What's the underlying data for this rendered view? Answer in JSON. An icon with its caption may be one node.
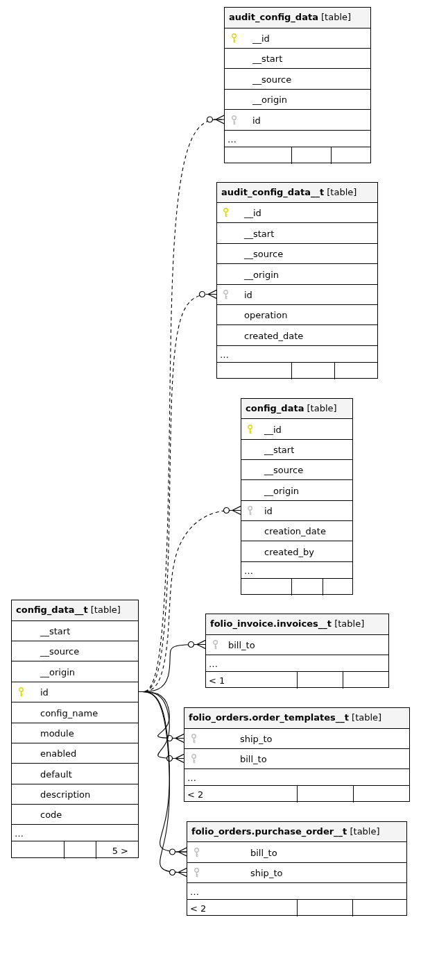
{
  "diagram": {
    "nodes": [
      {
        "text": [
          "**audit_config_data** [table]"
        ]
      },
      {
        "text": [
          "__id"
        ],
        "in": 0
      },
      {
        "text": [
          "__start"
        ],
        "in": 0
      },
      {
        "text": [
          "__source"
        ],
        "in": 0
      },
      {
        "text": [
          "__origin"
        ],
        "in": 0
      },
      {
        "text": [
          "id"
        ],
        "in": 0
      },
      {
        "text": [
          "…"
        ],
        "in": 0
      },
      {
        "text": [],
        "shape": "box",
        "in": 0
      },
      {
        "text": [
          "**audit_config_data__t** [table]"
        ]
      },
      {
        "text": [
          "__id"
        ],
        "in": 8
      },
      {
        "text": [
          "__start"
        ],
        "in": 8
      },
      {
        "text": [
          "__source"
        ],
        "in": 8
      },
      {
        "text": [
          "__origin"
        ],
        "in": 8
      },
      {
        "text": [
          "id"
        ],
        "in": 8
      },
      {
        "text": [
          "operation"
        ],
        "in": 8
      },
      {
        "text": [
          "created_date"
        ],
        "in": 8
      },
      {
        "text": [
          "…"
        ],
        "in": 8
      },
      {
        "text": [],
        "shape": "box",
        "in": 8
      },
      {
        "text": [
          "**config_data** [table]"
        ]
      },
      {
        "text": [
          "__id"
        ],
        "in": 18
      },
      {
        "text": [
          "__start"
        ],
        "in": 18
      },
      {
        "text": [
          "__source"
        ],
        "in": 18
      },
      {
        "text": [
          "__origin"
        ],
        "in": 18
      },
      {
        "text": [
          "id"
        ],
        "in": 18
      },
      {
        "text": [
          "creation_date"
        ],
        "in": 18
      },
      {
        "text": [
          "created_by"
        ],
        "in": 18
      },
      {
        "text": [
          "…"
        ],
        "in": 18
      },
      {
        "text": [],
        "shape": "box",
        "in": 18
      },
      {
        "text": [
          "**config_data__t** [table]"
        ]
      },
      {
        "text": [
          "__start"
        ],
        "in": 28
      },
      {
        "text": [
          "__source"
        ],
        "in": 28
      },
      {
        "text": [
          "__origin"
        ],
        "in": 28
      },
      {
        "text": [
          "id"
        ],
        "in": 28
      },
      {
        "text": [
          "config_name"
        ],
        "in": 28
      },
      {
        "text": [
          "module"
        ],
        "in": 28
      },
      {
        "text": [
          "enabled"
        ],
        "in": 28
      },
      {
        "text": [
          "default"
        ],
        "in": 28
      },
      {
        "text": [
          "description"
        ],
        "in": 28
      },
      {
        "text": [
          "code"
        ],
        "in": 28
      },
      {
        "text": [
          "…"
        ],
        "in": 28
      },
      {
        "text": [
          "5 >"
        ],
        "in": 28
      },
      {
        "text": [
          "**folio_invoice.invoices__t** [table]"
        ]
      },
      {
        "text": [
          "bill_to"
        ],
        "in": 41
      },
      {
        "text": [
          "…"
        ],
        "in": 41
      },
      {
        "text": [
          "< 1"
        ],
        "in": 41
      },
      {
        "text": [
          "**folio_orders.order_templates__t** [table]"
        ]
      },
      {
        "text": [
          "ship_to"
        ],
        "in": 45
      },
      {
        "text": [
          "bill_to"
        ],
        "in": 45
      },
      {
        "text": [
          "…"
        ],
        "in": 45
      },
      {
        "text": [
          "< 2"
        ],
        "in": 45
      },
      {
        "text": [
          "**folio_orders.purchase_order__t** [table]"
        ]
      },
      {
        "text": [
          "bill_to"
        ],
        "in": 50
      },
      {
        "text": [
          "ship_to"
        ],
        "in": 50
      },
      {
        "text": [
          "…"
        ],
        "in": 50
      },
      {
        "text": [
          "< 2"
        ],
        "in": 50
      }
    ],
    "edges": [
      {
        "from": 32,
        "to": 5,
        "arrow": "other",
        "style": "dashed"
      },
      {
        "from": 32,
        "to": 13,
        "arrow": "other",
        "style": "dashed"
      },
      {
        "from": 32,
        "to": 23,
        "arrow": "other",
        "style": "dashed"
      },
      {
        "from": 32,
        "to": 42,
        "arrow": "other"
      },
      {
        "from": 32,
        "to": 46,
        "arrow": "other"
      },
      {
        "from": 32,
        "to": 47,
        "arrow": "other"
      },
      {
        "from": 32,
        "to": 51,
        "arrow": "other"
      },
      {
        "from": 32,
        "to": 52,
        "arrow": "other"
      }
    ]
  }
}
